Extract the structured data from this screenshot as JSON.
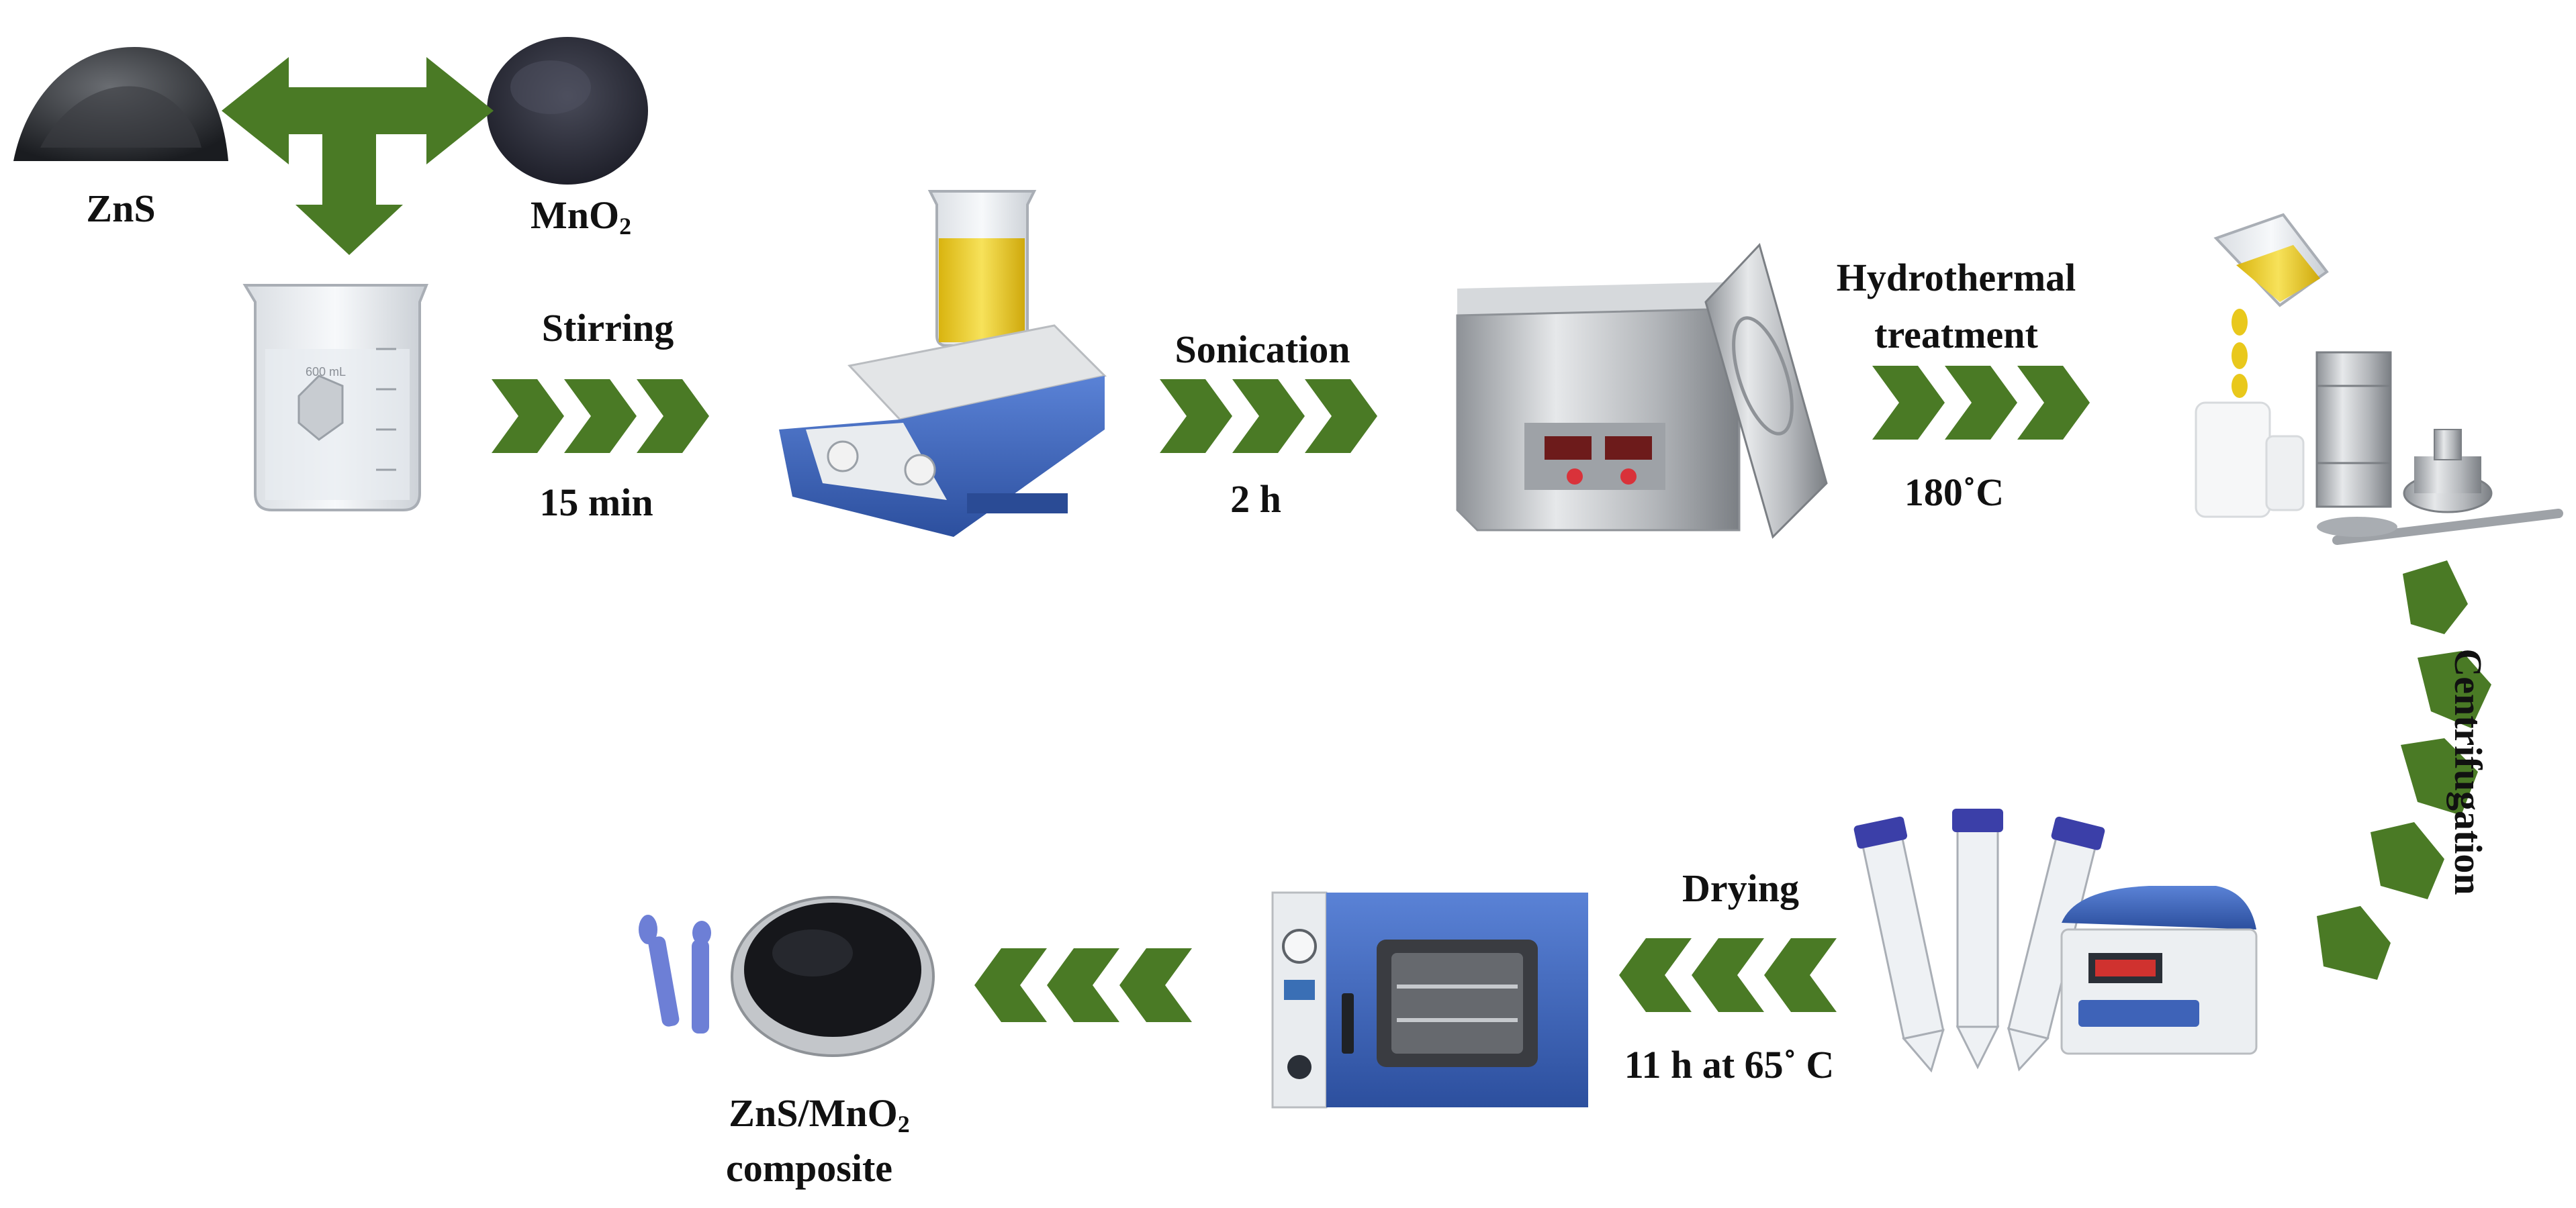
{
  "labels": {
    "zns": "ZnS",
    "mno2_main": "MnO",
    "mno2_sub": "2",
    "stirring": "Stirring",
    "stirring_time": "15 min",
    "sonication": "Sonication",
    "sonication_time": "2 h",
    "hydrothermal_1": "Hydrothermal",
    "hydrothermal_2": "treatment",
    "hydro_temp": "180˚C",
    "centrifugation": "Centrifugation",
    "drying": "Drying",
    "drying_cond": "11 h at 65˚ C",
    "product_main": "ZnS/MnO",
    "product_sub": "2",
    "product_2": "composite",
    "beaker_marking": "600 mL"
  },
  "colors": {
    "arrow_green": "#4a7a25",
    "powder_dark": "#202226",
    "powder_mno2": "#2a2b36",
    "equipment_blue": "#3e63b8",
    "steel": "#b9bcc0",
    "liquid_yellow": "#e9c81b"
  },
  "icons": [
    "zns-powder-icon",
    "mno2-powder-icon",
    "glass-beaker-icon",
    "hotplate-stirrer-icon",
    "ultrasonic-bath-icon",
    "autoclave-icon",
    "centrifuge-tubes-icon",
    "centrifuge-icon",
    "vacuum-oven-icon",
    "composite-powder-dish-icon",
    "sample-vials-icon"
  ]
}
